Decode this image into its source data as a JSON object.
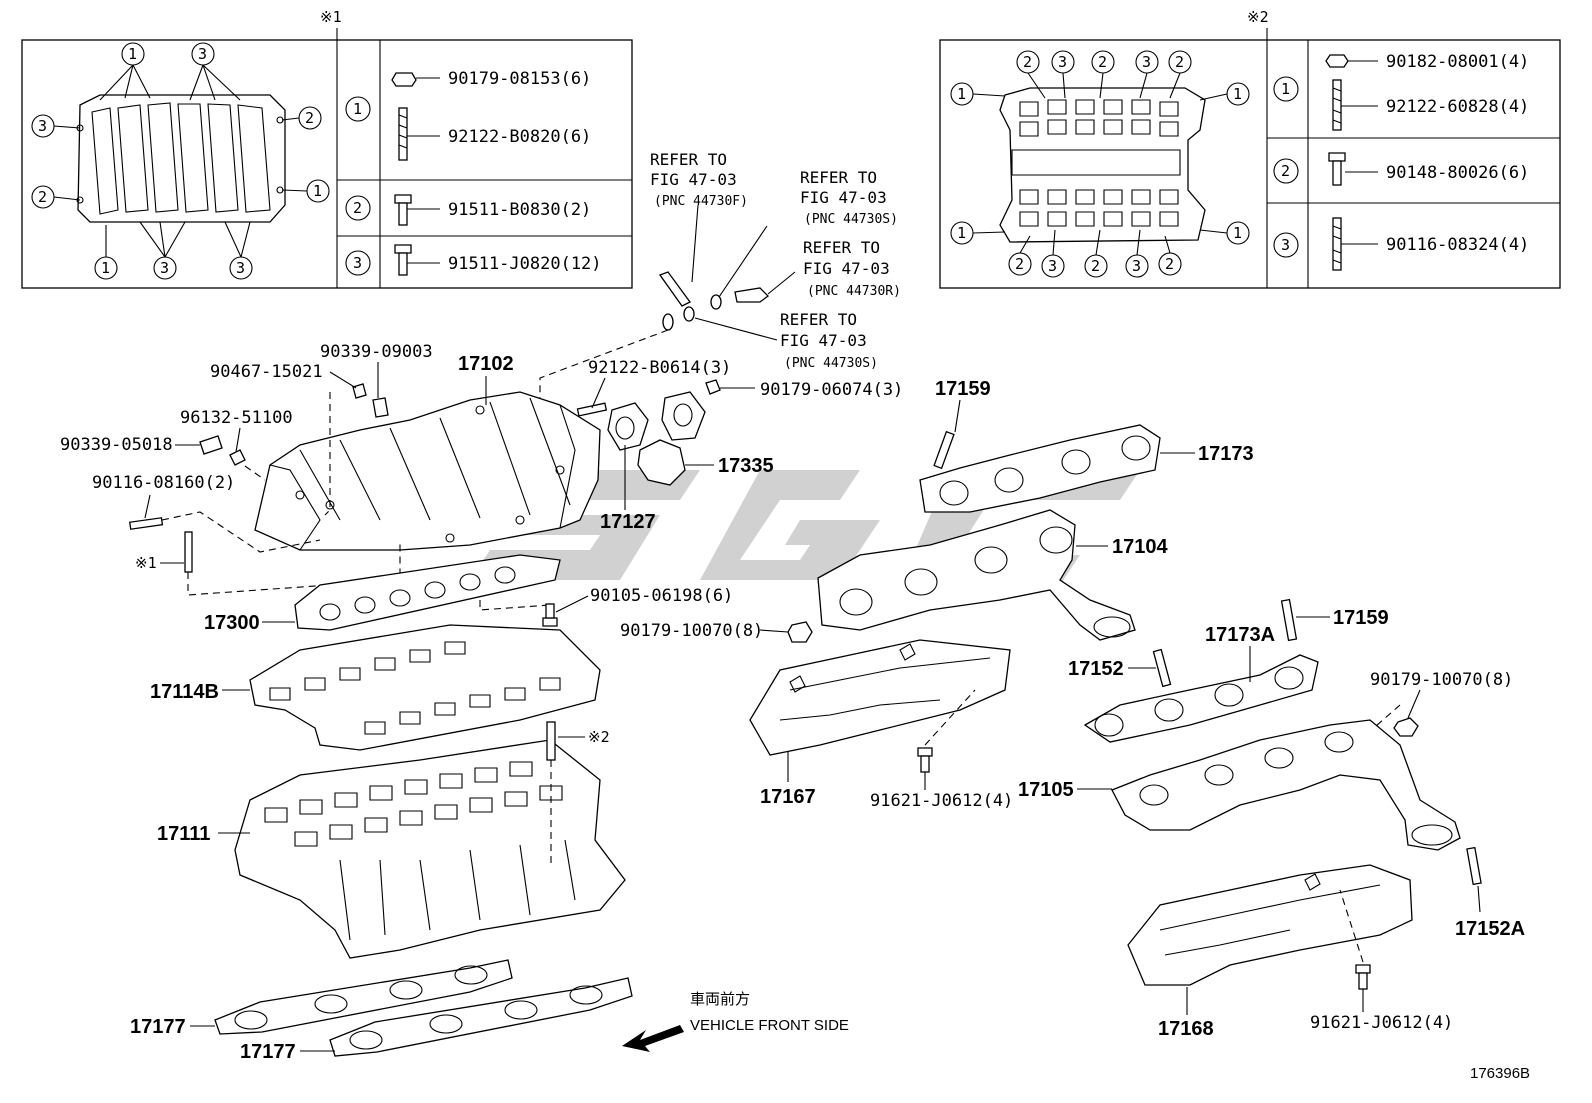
{
  "inset1": {
    "note": "※1",
    "rows": [
      {
        "num": "1",
        "parts": [
          "90179-08153(6)",
          "92122-B0820(6)"
        ]
      },
      {
        "num": "2",
        "parts": [
          "91511-B0830(2)"
        ]
      },
      {
        "num": "3",
        "parts": [
          "91511-J0820(12)"
        ]
      }
    ]
  },
  "inset2": {
    "note": "※2",
    "rows": [
      {
        "num": "1",
        "parts": [
          "90182-08001(4)",
          "92122-60828(4)"
        ]
      },
      {
        "num": "2",
        "parts": [
          "90148-80026(6)"
        ]
      },
      {
        "num": "3",
        "parts": [
          "90116-08324(4)"
        ]
      }
    ]
  },
  "refs": [
    {
      "l1": "REFER TO",
      "l2": "FIG 47-03",
      "l3": "(PNC 44730F)"
    },
    {
      "l1": "REFER TO",
      "l2": "FIG 47-03",
      "l3": "(PNC 44730S)"
    },
    {
      "l1": "REFER TO",
      "l2": "FIG 47-03",
      "l3": "(PNC 44730R)"
    },
    {
      "l1": "REFER TO",
      "l2": "FIG 47-03",
      "l3": "(PNC 44730S)"
    }
  ],
  "labels": {
    "p90339_09003": "90339-09003",
    "p90467_15021": "90467-15021",
    "p17102": "17102",
    "p96132_51100": "96132-51100",
    "p90339_05018": "90339-05018",
    "p90116_08160": "90116-08160(2)",
    "note1": "※1",
    "p92122_B0614": "92122-B0614(3)",
    "p90179_06074": "90179-06074(3)",
    "p17335": "17335",
    "p17127": "17127",
    "p17159a": "17159",
    "p17173": "17173",
    "p17104": "17104",
    "p17300": "17300",
    "p90105_06198": "90105-06198(6)",
    "p90179_10070a": "90179-10070(8)",
    "p17114B": "17114B",
    "note2": "※2",
    "p17152": "17152",
    "p17173A": "17173A",
    "p17159b": "17159",
    "p90179_10070b": "90179-10070(8)",
    "p17167": "17167",
    "p91621_J0612a": "91621-J0612(4)",
    "p17105": "17105",
    "p17111": "17111",
    "p17152A": "17152A",
    "p17177a": "17177",
    "p17177b": "17177",
    "p17168": "17168",
    "p91621_J0612b": "91621-J0612(4)",
    "front_jp": "車両前方",
    "front_en": "VEHICLE FRONT SIDE",
    "fig_id": "176396B"
  },
  "watermark": "SGC"
}
